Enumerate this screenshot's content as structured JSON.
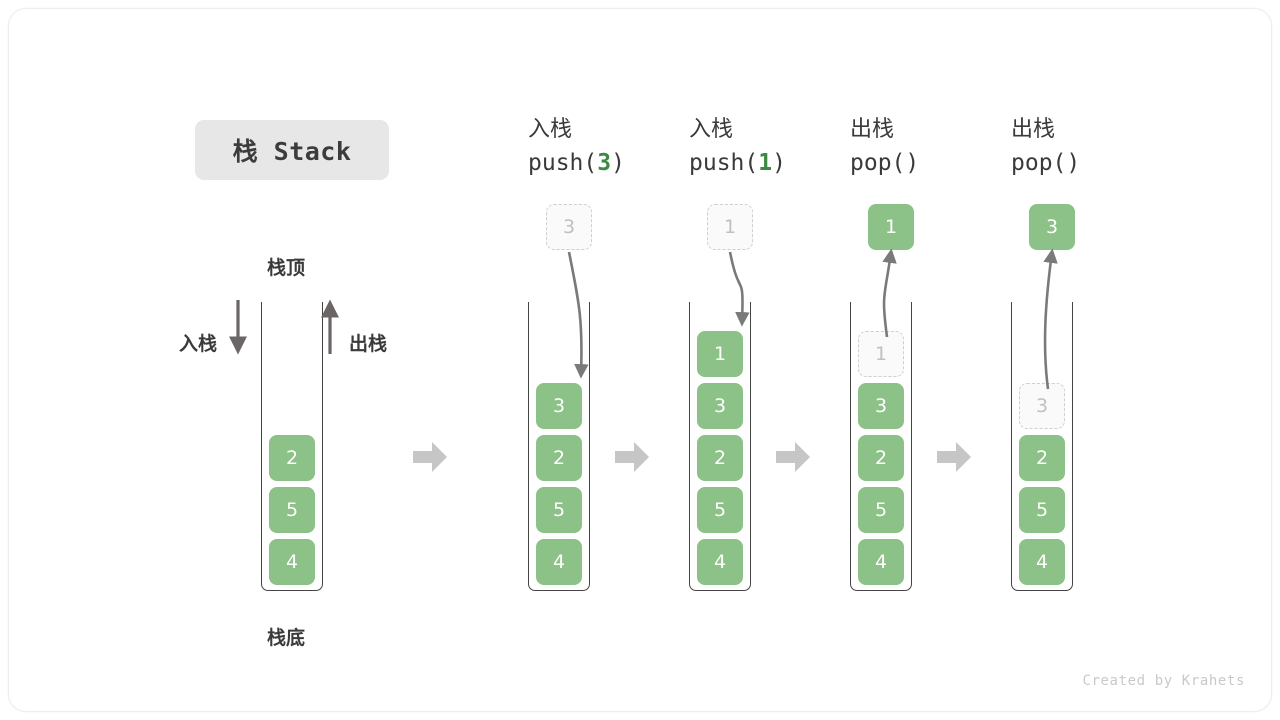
{
  "title": {
    "text": "栈 Stack"
  },
  "watermark": {
    "text": "Created by Krahets"
  },
  "labels": {
    "top": "栈顶",
    "bottom": "栈底",
    "push_side": "入栈",
    "pop_side": "出栈"
  },
  "colors": {
    "element_green": "#8cc187",
    "accent_green": "#3c8a41",
    "ghost_border": "#cfcfcf",
    "ghost_text": "#c0c0c0",
    "container_line": "#444444",
    "badge_bg": "#e7e7e7",
    "sep_arrow": "#c6c6c6",
    "text_dark": "#3a3a3a"
  },
  "base_stack": {
    "name": "栈 Stack",
    "elements_top_to_bottom": [
      "2",
      "5",
      "4"
    ]
  },
  "steps": [
    {
      "id": "push-3",
      "cn": "入栈",
      "code_prefix": "push(",
      "code_arg": "3",
      "code_suffix": ")",
      "operation": "push",
      "value": "3",
      "floating": {
        "value": "3",
        "style": "ghost",
        "position": "above"
      },
      "stack_top_to_bottom": [
        {
          "value": "3",
          "style": "filled"
        },
        {
          "value": "2",
          "style": "filled"
        },
        {
          "value": "5",
          "style": "filled"
        },
        {
          "value": "4",
          "style": "filled"
        }
      ]
    },
    {
      "id": "push-1",
      "cn": "入栈",
      "code_prefix": "push(",
      "code_arg": "1",
      "code_suffix": ")",
      "operation": "push",
      "value": "1",
      "floating": {
        "value": "1",
        "style": "ghost",
        "position": "above"
      },
      "stack_top_to_bottom": [
        {
          "value": "1",
          "style": "filled"
        },
        {
          "value": "3",
          "style": "filled"
        },
        {
          "value": "2",
          "style": "filled"
        },
        {
          "value": "5",
          "style": "filled"
        },
        {
          "value": "4",
          "style": "filled"
        }
      ]
    },
    {
      "id": "pop-1",
      "cn": "出栈",
      "code_prefix": "pop(",
      "code_arg": "",
      "code_suffix": ")",
      "operation": "pop",
      "value": "1",
      "floating": {
        "value": "1",
        "style": "filled",
        "position": "above"
      },
      "stack_top_to_bottom": [
        {
          "value": "1",
          "style": "ghost"
        },
        {
          "value": "3",
          "style": "filled"
        },
        {
          "value": "2",
          "style": "filled"
        },
        {
          "value": "5",
          "style": "filled"
        },
        {
          "value": "4",
          "style": "filled"
        }
      ]
    },
    {
      "id": "pop-3",
      "cn": "出栈",
      "code_prefix": "pop(",
      "code_arg": "",
      "code_suffix": ")",
      "operation": "pop",
      "value": "3",
      "floating": {
        "value": "3",
        "style": "filled",
        "position": "above"
      },
      "stack_top_to_bottom": [
        {
          "value": "3",
          "style": "ghost"
        },
        {
          "value": "2",
          "style": "filled"
        },
        {
          "value": "5",
          "style": "filled"
        },
        {
          "value": "4",
          "style": "filled"
        }
      ]
    }
  ]
}
